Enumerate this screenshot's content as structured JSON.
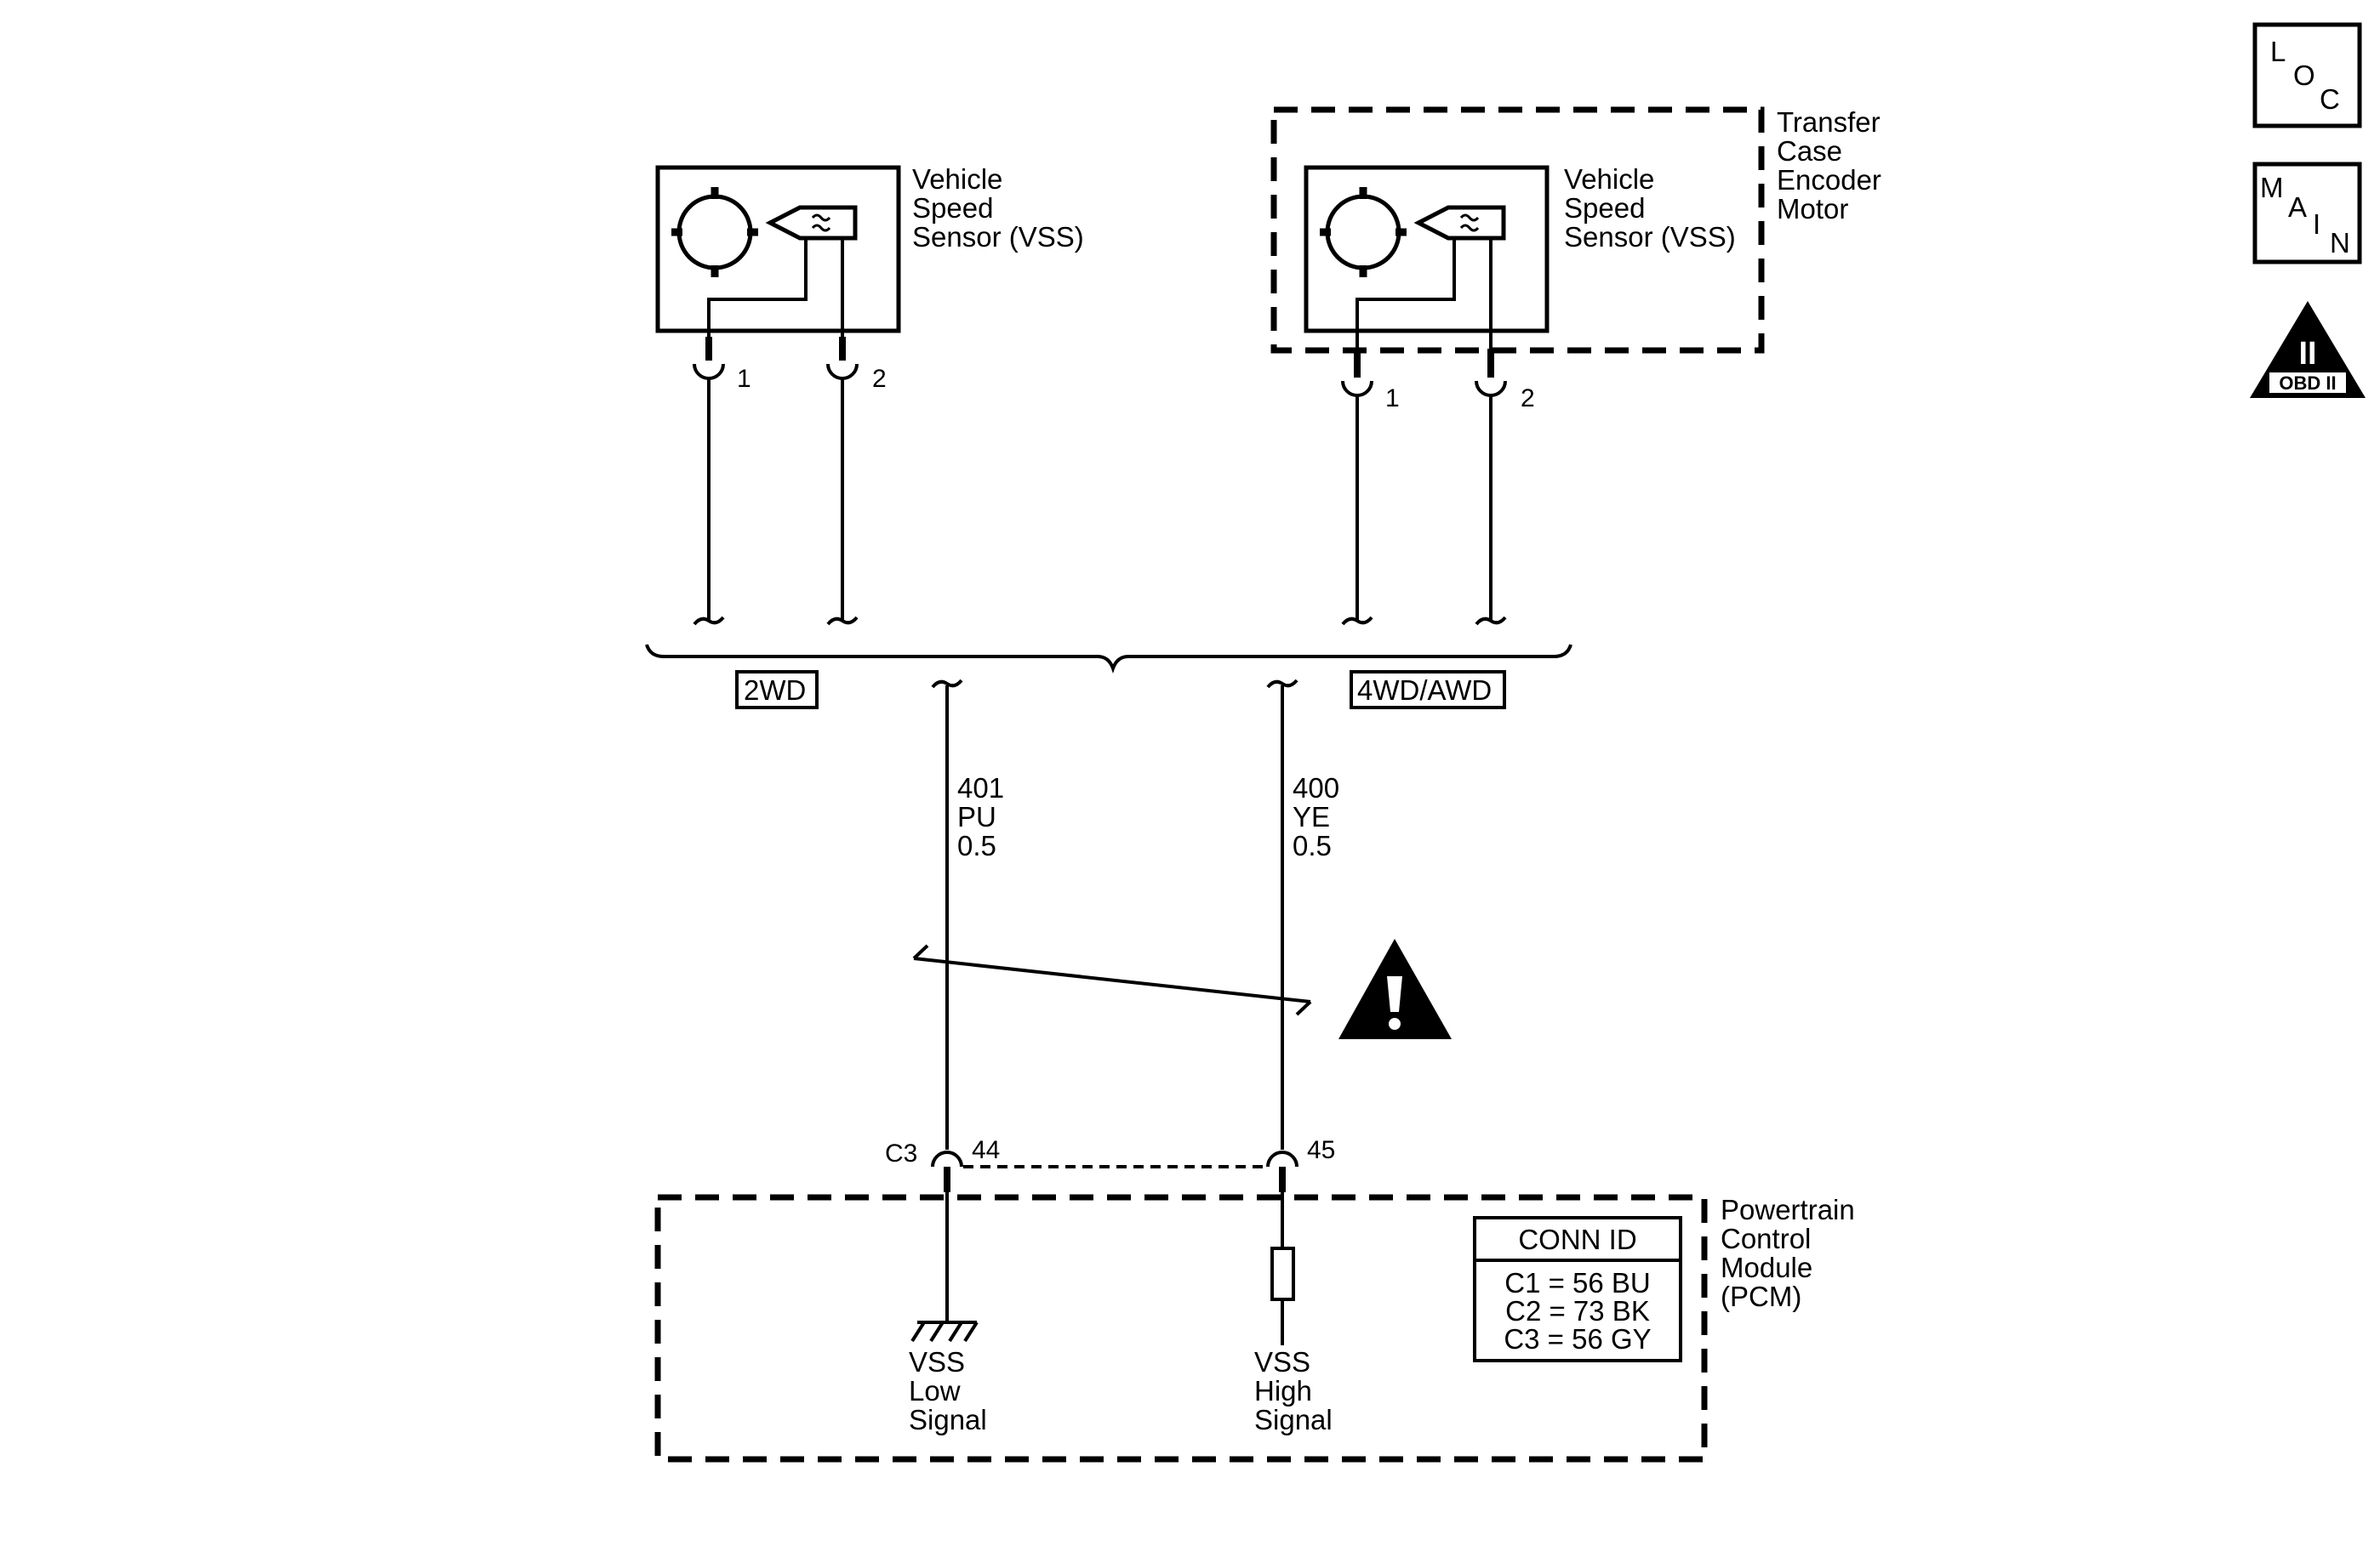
{
  "sensor_2wd": {
    "label": [
      "Vehicle",
      "Speed",
      "Sensor (VSS)"
    ],
    "pin1": "1",
    "pin2": "2"
  },
  "sensor_4wd": {
    "label": [
      "Vehicle",
      "Speed",
      "Sensor (VSS)"
    ],
    "pin1": "1",
    "pin2": "2"
  },
  "transfer_case": {
    "label": [
      "Transfer",
      "Case",
      "Encoder",
      "Motor"
    ]
  },
  "options": {
    "left": "2WD",
    "right": "4WD/AWD"
  },
  "wires": {
    "low": [
      "401",
      "PU",
      "0.5"
    ],
    "high": [
      "400",
      "YE",
      "0.5"
    ]
  },
  "connector": {
    "name": "C3",
    "pin_low": "44",
    "pin_high": "45"
  },
  "pcm": {
    "label": [
      "Powertrain",
      "Control",
      "Module",
      "(PCM)"
    ],
    "low_signal": [
      "VSS",
      "Low",
      "Signal"
    ],
    "high_signal": [
      "VSS",
      "High",
      "Signal"
    ],
    "conn_id": {
      "title": "CONN ID",
      "rows": [
        "C1 = 56 BU",
        "C2 = 73 BK",
        "C3 = 56 GY"
      ]
    }
  },
  "badges": {
    "loc": [
      "L",
      "O",
      "C"
    ],
    "main": [
      "M",
      "A",
      "I",
      "N"
    ],
    "obd": {
      "roman": "II",
      "text": "OBD II"
    }
  }
}
